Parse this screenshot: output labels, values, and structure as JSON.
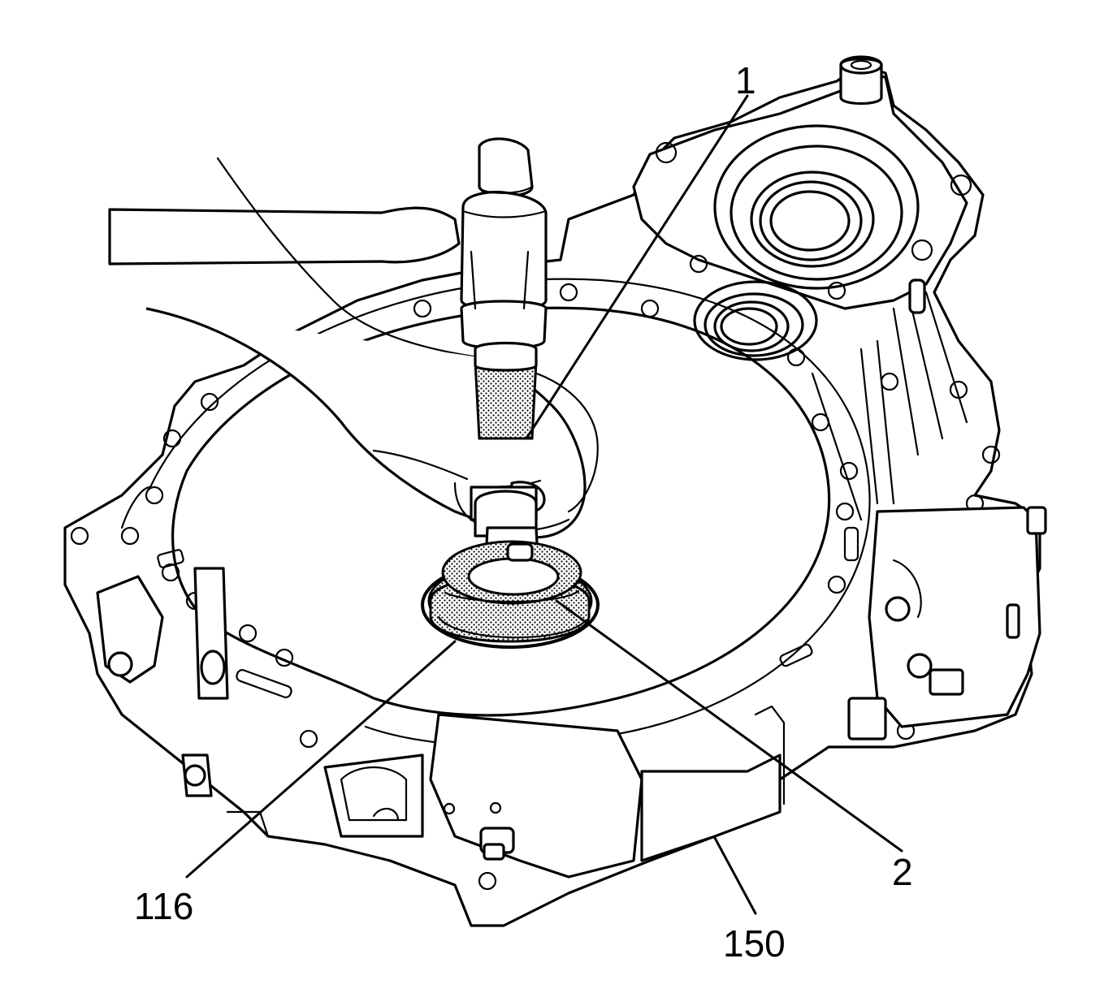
{
  "diagram": {
    "callouts": [
      {
        "id": "1",
        "label": "1"
      },
      {
        "id": "2",
        "label": "2"
      },
      {
        "id": "116",
        "label": "116"
      },
      {
        "id": "150",
        "label": "150"
      }
    ],
    "colors": {
      "line": "#000000",
      "background": "#ffffff",
      "stipple": "#000000"
    }
  }
}
